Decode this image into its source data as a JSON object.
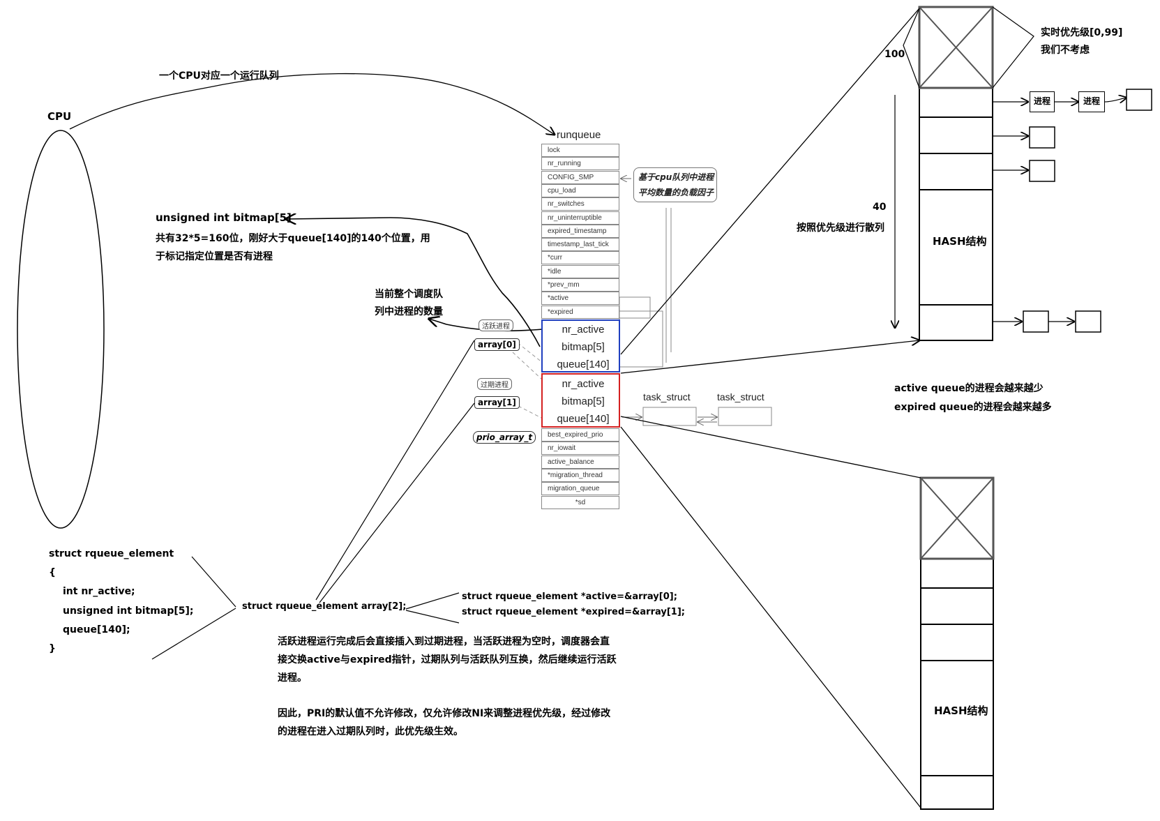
{
  "cpu": {
    "label": "CPU",
    "note": "一个CPU对应一个运行队列"
  },
  "runqueue": {
    "title": "runqueue",
    "fields_top": [
      "lock",
      "nr_running",
      "CONFIG_SMP",
      "cpu_load",
      "nr_switches",
      "nr_uninterruptible",
      "expired_timestamp",
      "timestamp_last_tick",
      "*curr",
      "*idle",
      "*prev_mm",
      "*active",
      "*expired"
    ],
    "active_array": [
      "nr_active",
      "bitmap[5]",
      "queue[140]"
    ],
    "expired_array": [
      "nr_active",
      "bitmap[5]",
      "queue[140]"
    ],
    "fields_bottom": [
      "best_expired_prio",
      "nr_iowait",
      "active_balance",
      "*migration_thread",
      "migration_queue",
      "*sd"
    ],
    "cpu_load_note_line1": "基于cpu队列中进程",
    "cpu_load_note_line2": "平均数量的负载因子"
  },
  "labels": {
    "bitmap_title": "unsigned int bitmap[5]",
    "bitmap_desc_line1": "共有32*5=160位，刚好大于queue[140]的140个位置，用",
    "bitmap_desc_line2": "于标记指定位置是否有进程",
    "count_line1": "当前整个调度队",
    "count_line2": "列中进程的数量",
    "active_tag": "活跃进程",
    "expired_tag": "过期进程",
    "array0": "array[0]",
    "array1": "array[1]",
    "prio_array": "prio_array_t",
    "task_struct_1": "task_struct",
    "task_struct_2": "task_struct"
  },
  "hash_top": {
    "num_100": "100",
    "num_40": "40",
    "realtime_line1": "实时优先级[0,99]",
    "realtime_line2": "我们不考虑",
    "hash_by_priority": "按照优先级进行散列",
    "hash_label": "HASH结构",
    "process_1": "进程",
    "process_2": "进程"
  },
  "queue_notes": {
    "line1": "active queue的进程会越来越少",
    "line2": "expired queue的进程会越来越多"
  },
  "hash_bottom": {
    "hash_label": "HASH结构"
  },
  "struct_def": {
    "line1": "struct rqueue_element",
    "line2": "{",
    "line3": "int nr_active;",
    "line4": "unsigned int bitmap[5];",
    "line5": "queue[140];",
    "line6": "}"
  },
  "array_decl": "struct rqueue_element array[2];",
  "pointers": {
    "active": "struct rqueue_element *active=&array[0];",
    "expired": "struct rqueue_element *expired=&array[1];"
  },
  "explanation": {
    "p1_line1": "活跃进程运行完成后会直接插入到过期进程，当活跃进程为空时，调度器会直",
    "p1_line2": "接交换active与expired指针，过期队列与活跃队列互换，然后继续运行活跃",
    "p1_line3": "进程。",
    "p2_line1": "因此，PRI的默认值不允许修改，仅允许修改NI来调整进程优先级，经过修改",
    "p2_line2": "的进程在进入过期队列时，此优先级生效。"
  },
  "colors": {
    "active_border": "#1f3fbf",
    "expired_border": "#d42020",
    "line": "#000000"
  }
}
